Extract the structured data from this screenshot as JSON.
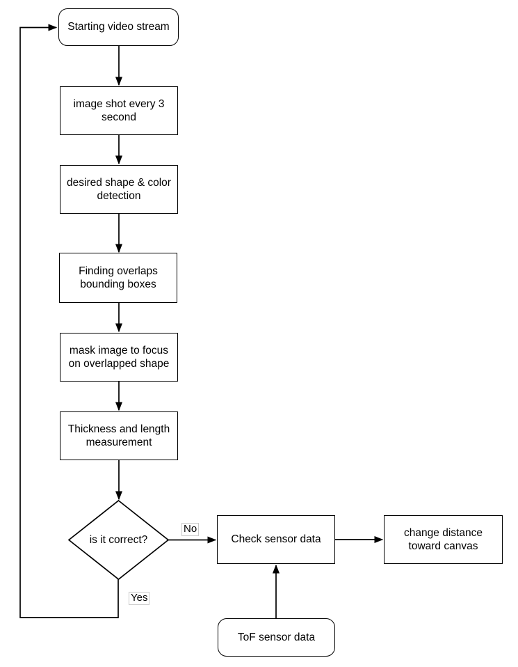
{
  "diagram": {
    "title": "painting robot vision feedback flowchart",
    "colors": {
      "background": "#ffffff",
      "stroke": "#000000",
      "node_fill": "#ffffff",
      "text": "#000000",
      "edge_label_border": "#c9c9c9"
    },
    "nodes": {
      "start": "Starting video stream",
      "capture": "image shot every 3\nsecond",
      "detect": "desired shape & color\ndetection",
      "overlaps": "Finding overlaps\nbounding boxes",
      "mask": "mask image to focus\non overlapped shape",
      "measure": "Thickness and length\nmeasurement",
      "decision": "is it correct?",
      "check": "Check sensor data",
      "change": "change distance\ntoward canvas",
      "tof": "ToF sensor data"
    },
    "edge_labels": {
      "no": "No",
      "yes": "Yes"
    }
  }
}
